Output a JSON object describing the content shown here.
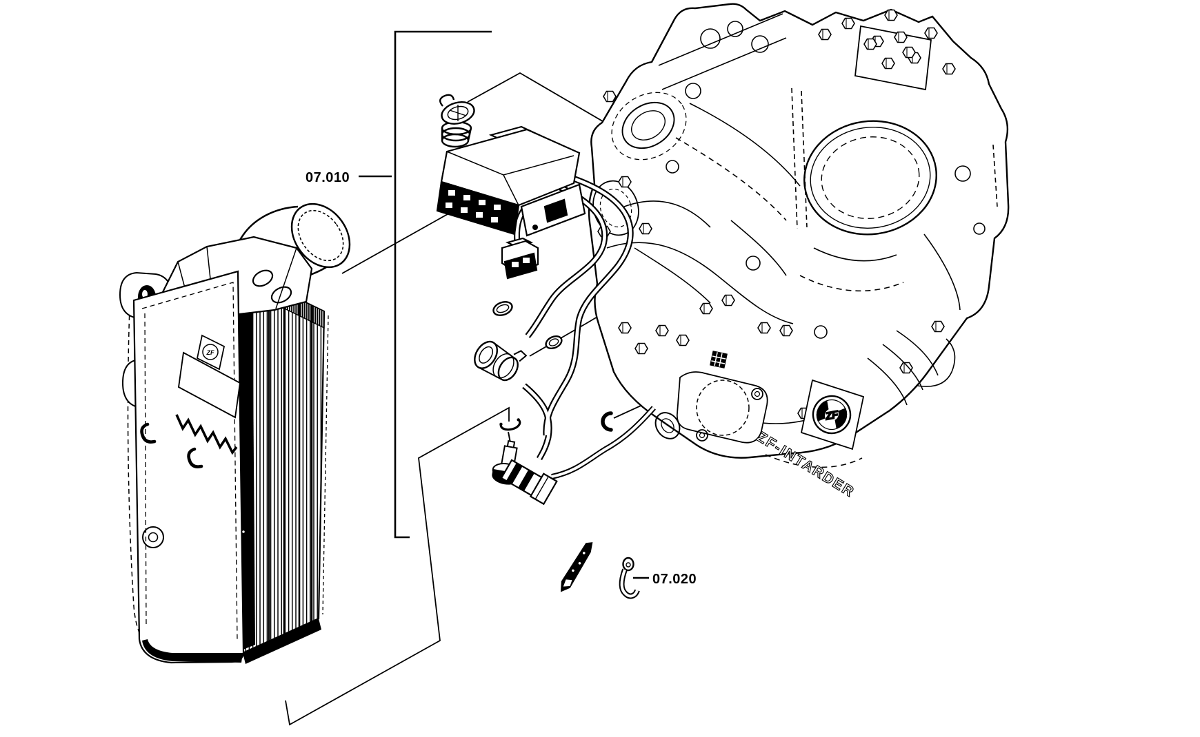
{
  "page": {
    "background_color": "#ffffff",
    "line_color": "#000000",
    "type": "exploded-parts-line-drawing"
  },
  "callouts": {
    "group_07010": {
      "label": "07.010"
    },
    "clip_07020": {
      "label": "07.020"
    }
  },
  "branding": {
    "zf_logo_text": "ZF",
    "housing_embossed_text": "ZF-INTARDER",
    "cooler_badge_text": "ZF"
  }
}
